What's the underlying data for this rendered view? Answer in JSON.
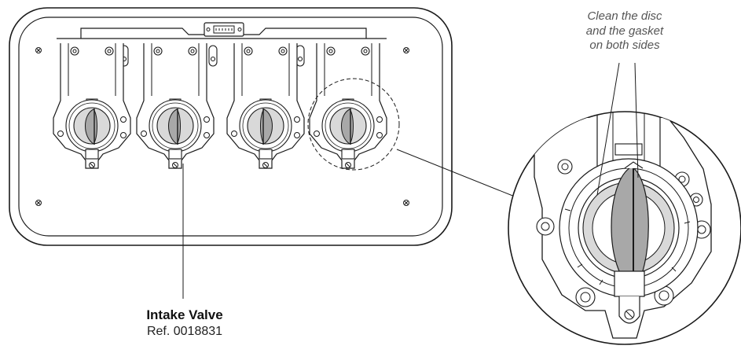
{
  "callout": {
    "title": "Intake Valve",
    "reference": "Ref. 0018831"
  },
  "detail_note": {
    "line1": "Clean the disc",
    "line2": "and the gasket",
    "line3": "on both sides"
  },
  "valves": [
    {
      "disc": "left"
    },
    {
      "disc": "left"
    },
    {
      "disc": "right"
    },
    {
      "disc": "left"
    }
  ],
  "colors": {
    "line": "#1a1a1a",
    "disc_gray": "#a8a8a8",
    "light_gray": "#d9d9d9",
    "callout_text": "#111111",
    "note_text": "#555555"
  }
}
